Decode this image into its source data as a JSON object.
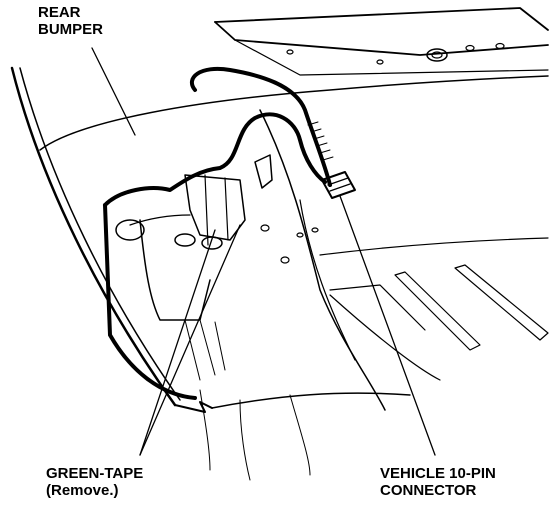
{
  "labels": {
    "rear_bumper_line1": "REAR",
    "rear_bumper_line2": "BUMPER",
    "green_tape_line1": "GREEN-TAPE",
    "green_tape_line2": "(Remove.)",
    "connector_line1": "VEHICLE 10-PIN",
    "connector_line2": "CONNECTOR"
  },
  "colors": {
    "ink": "#000000",
    "paper": "#ffffff"
  }
}
